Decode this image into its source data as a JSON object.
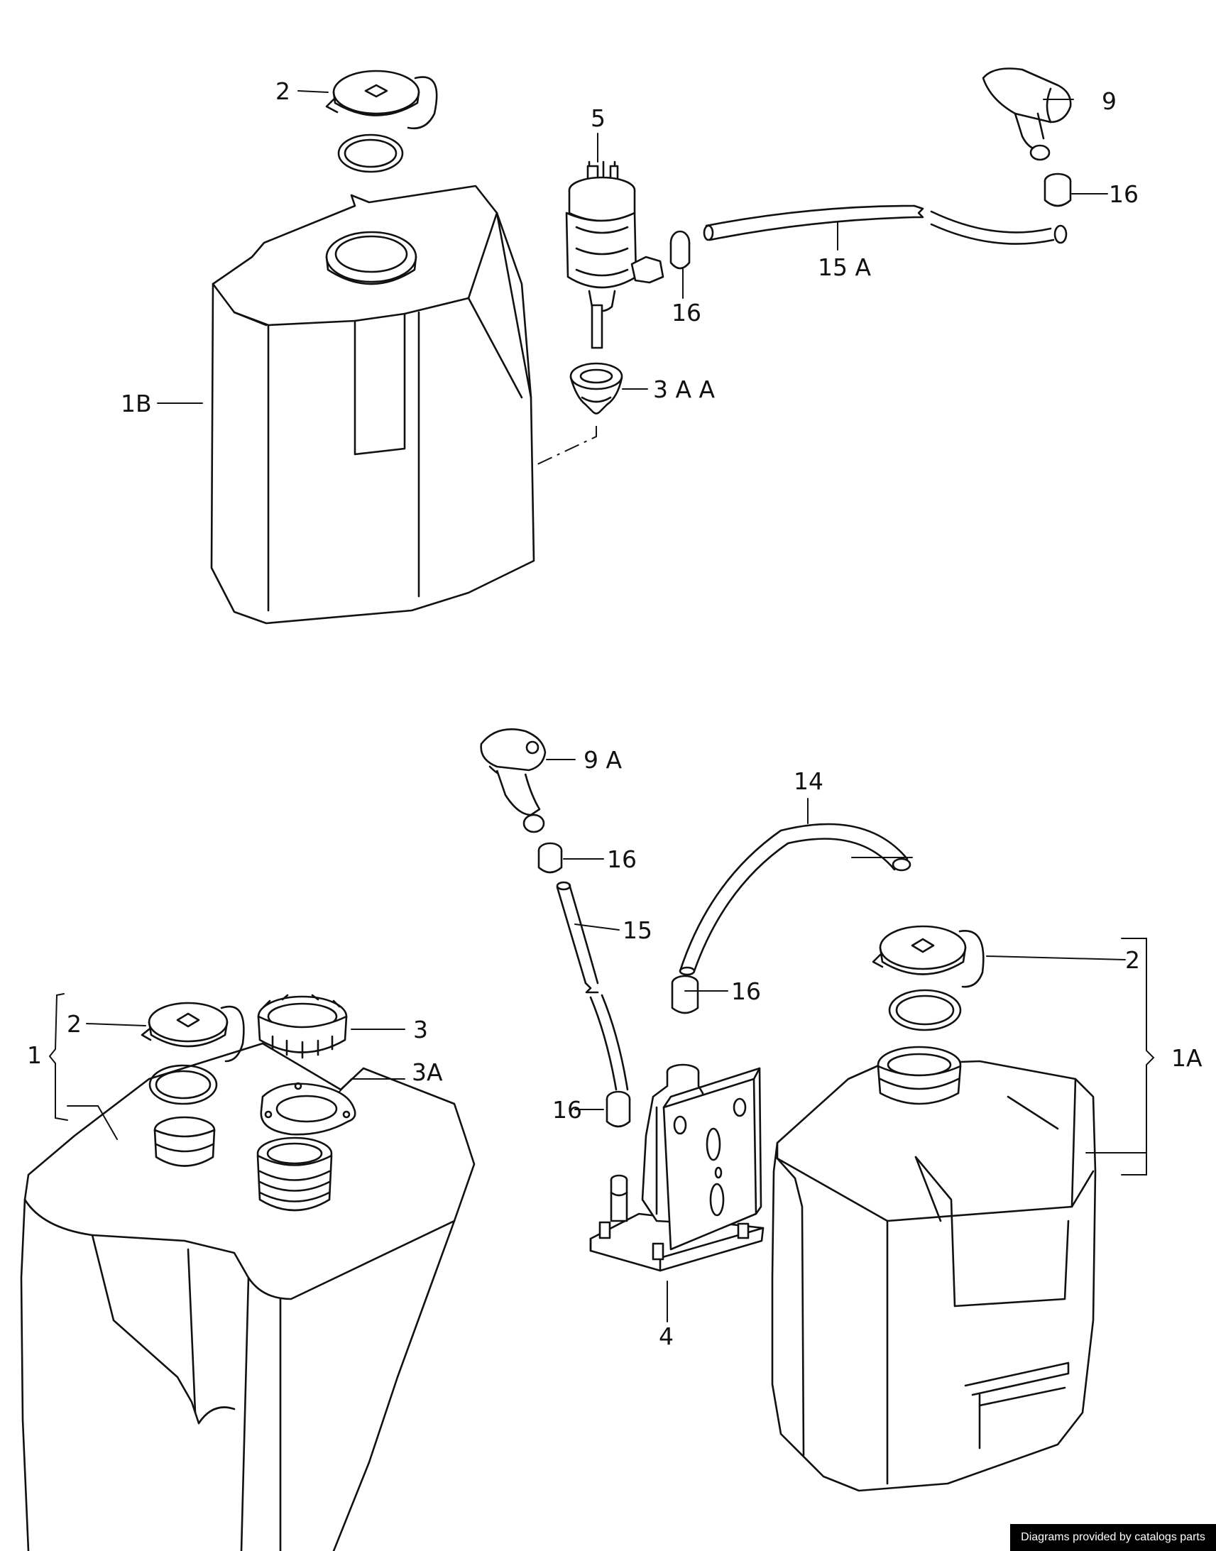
{
  "callouts": {
    "c_2_top": "2",
    "c_5": "5",
    "c_9": "9",
    "c_16_a": "16",
    "c_16_b": "16",
    "c_15a": "15 A",
    "c_3aa": "3 A A",
    "c_1b": "1B",
    "c_9a": "9 A",
    "c_14": "14",
    "c_16_c": "16",
    "c_15": "15",
    "c_16_d": "16",
    "c_16_e": "16",
    "c_2_right": "2",
    "c_1a": "1A",
    "c_2_left": "2",
    "c_3": "3",
    "c_3a": "3A",
    "c_1": "1",
    "c_4": "4"
  },
  "credit": "Diagrams provided by catalogs parts"
}
